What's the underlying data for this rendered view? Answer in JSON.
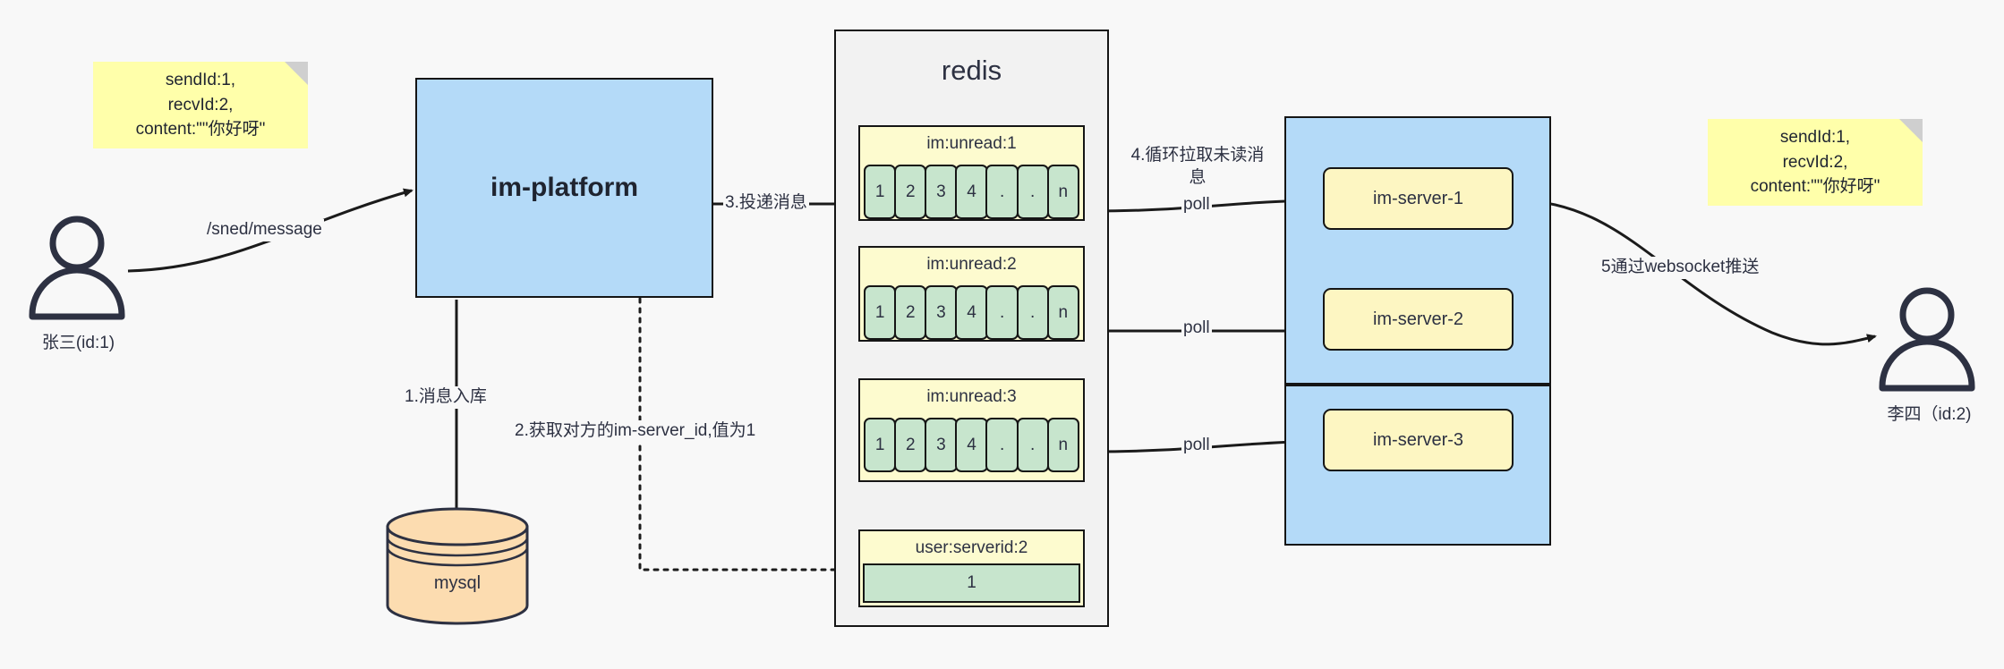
{
  "diagram": {
    "title": "IM message delivery architecture",
    "colors": {
      "background": "#f8f8f8",
      "sticky": "#ffffaa",
      "blue": "#b4daf8",
      "yellow_key": "#fdfbcf",
      "green_cell": "#c7e5cd",
      "server_yellow": "#fdf6c2",
      "mysql_orange": "#fcdcb0",
      "stroke": "#151515"
    },
    "notes": {
      "left": "sendId:1,\nrecvId:2,\ncontent:\"\"你好呀\"",
      "right": "sendId:1,\nrecvId:2,\ncontent:\"\"你好呀\""
    },
    "users": {
      "sender": {
        "icon": "user-icon",
        "label": "张三(id:1)"
      },
      "receiver": {
        "icon": "user-icon",
        "label": "李四（id:2)"
      }
    },
    "platform": {
      "label": "im-platform"
    },
    "database": {
      "label": "mysql",
      "icon": "database-cylinder-icon"
    },
    "redis": {
      "title": "redis",
      "keys": [
        {
          "name": "im:unread:1",
          "cells": [
            "1",
            "2",
            "3",
            "4",
            ".",
            ".",
            "n"
          ]
        },
        {
          "name": "im:unread:2",
          "cells": [
            "1",
            "2",
            "3",
            "4",
            ".",
            ".",
            "n"
          ]
        },
        {
          "name": "im:unread:3",
          "cells": [
            "1",
            "2",
            "3",
            "4",
            ".",
            ".",
            "n"
          ]
        }
      ],
      "single_key": {
        "name": "user:serverid:2",
        "value": "1"
      }
    },
    "servers": [
      {
        "label": "im-server-1"
      },
      {
        "label": "im-server-2"
      },
      {
        "label": "im-server-3"
      }
    ],
    "edges": {
      "send_message": "/sned/message",
      "step1": "1.消息入库",
      "step2": "2.获取对方的im-server_id,值为1",
      "step3": "3.投递消息",
      "step4": "4.循环拉取未读消\n息",
      "poll1": "poll",
      "poll2": "poll",
      "poll3": "poll",
      "step5": "5通过websocket推送"
    }
  }
}
